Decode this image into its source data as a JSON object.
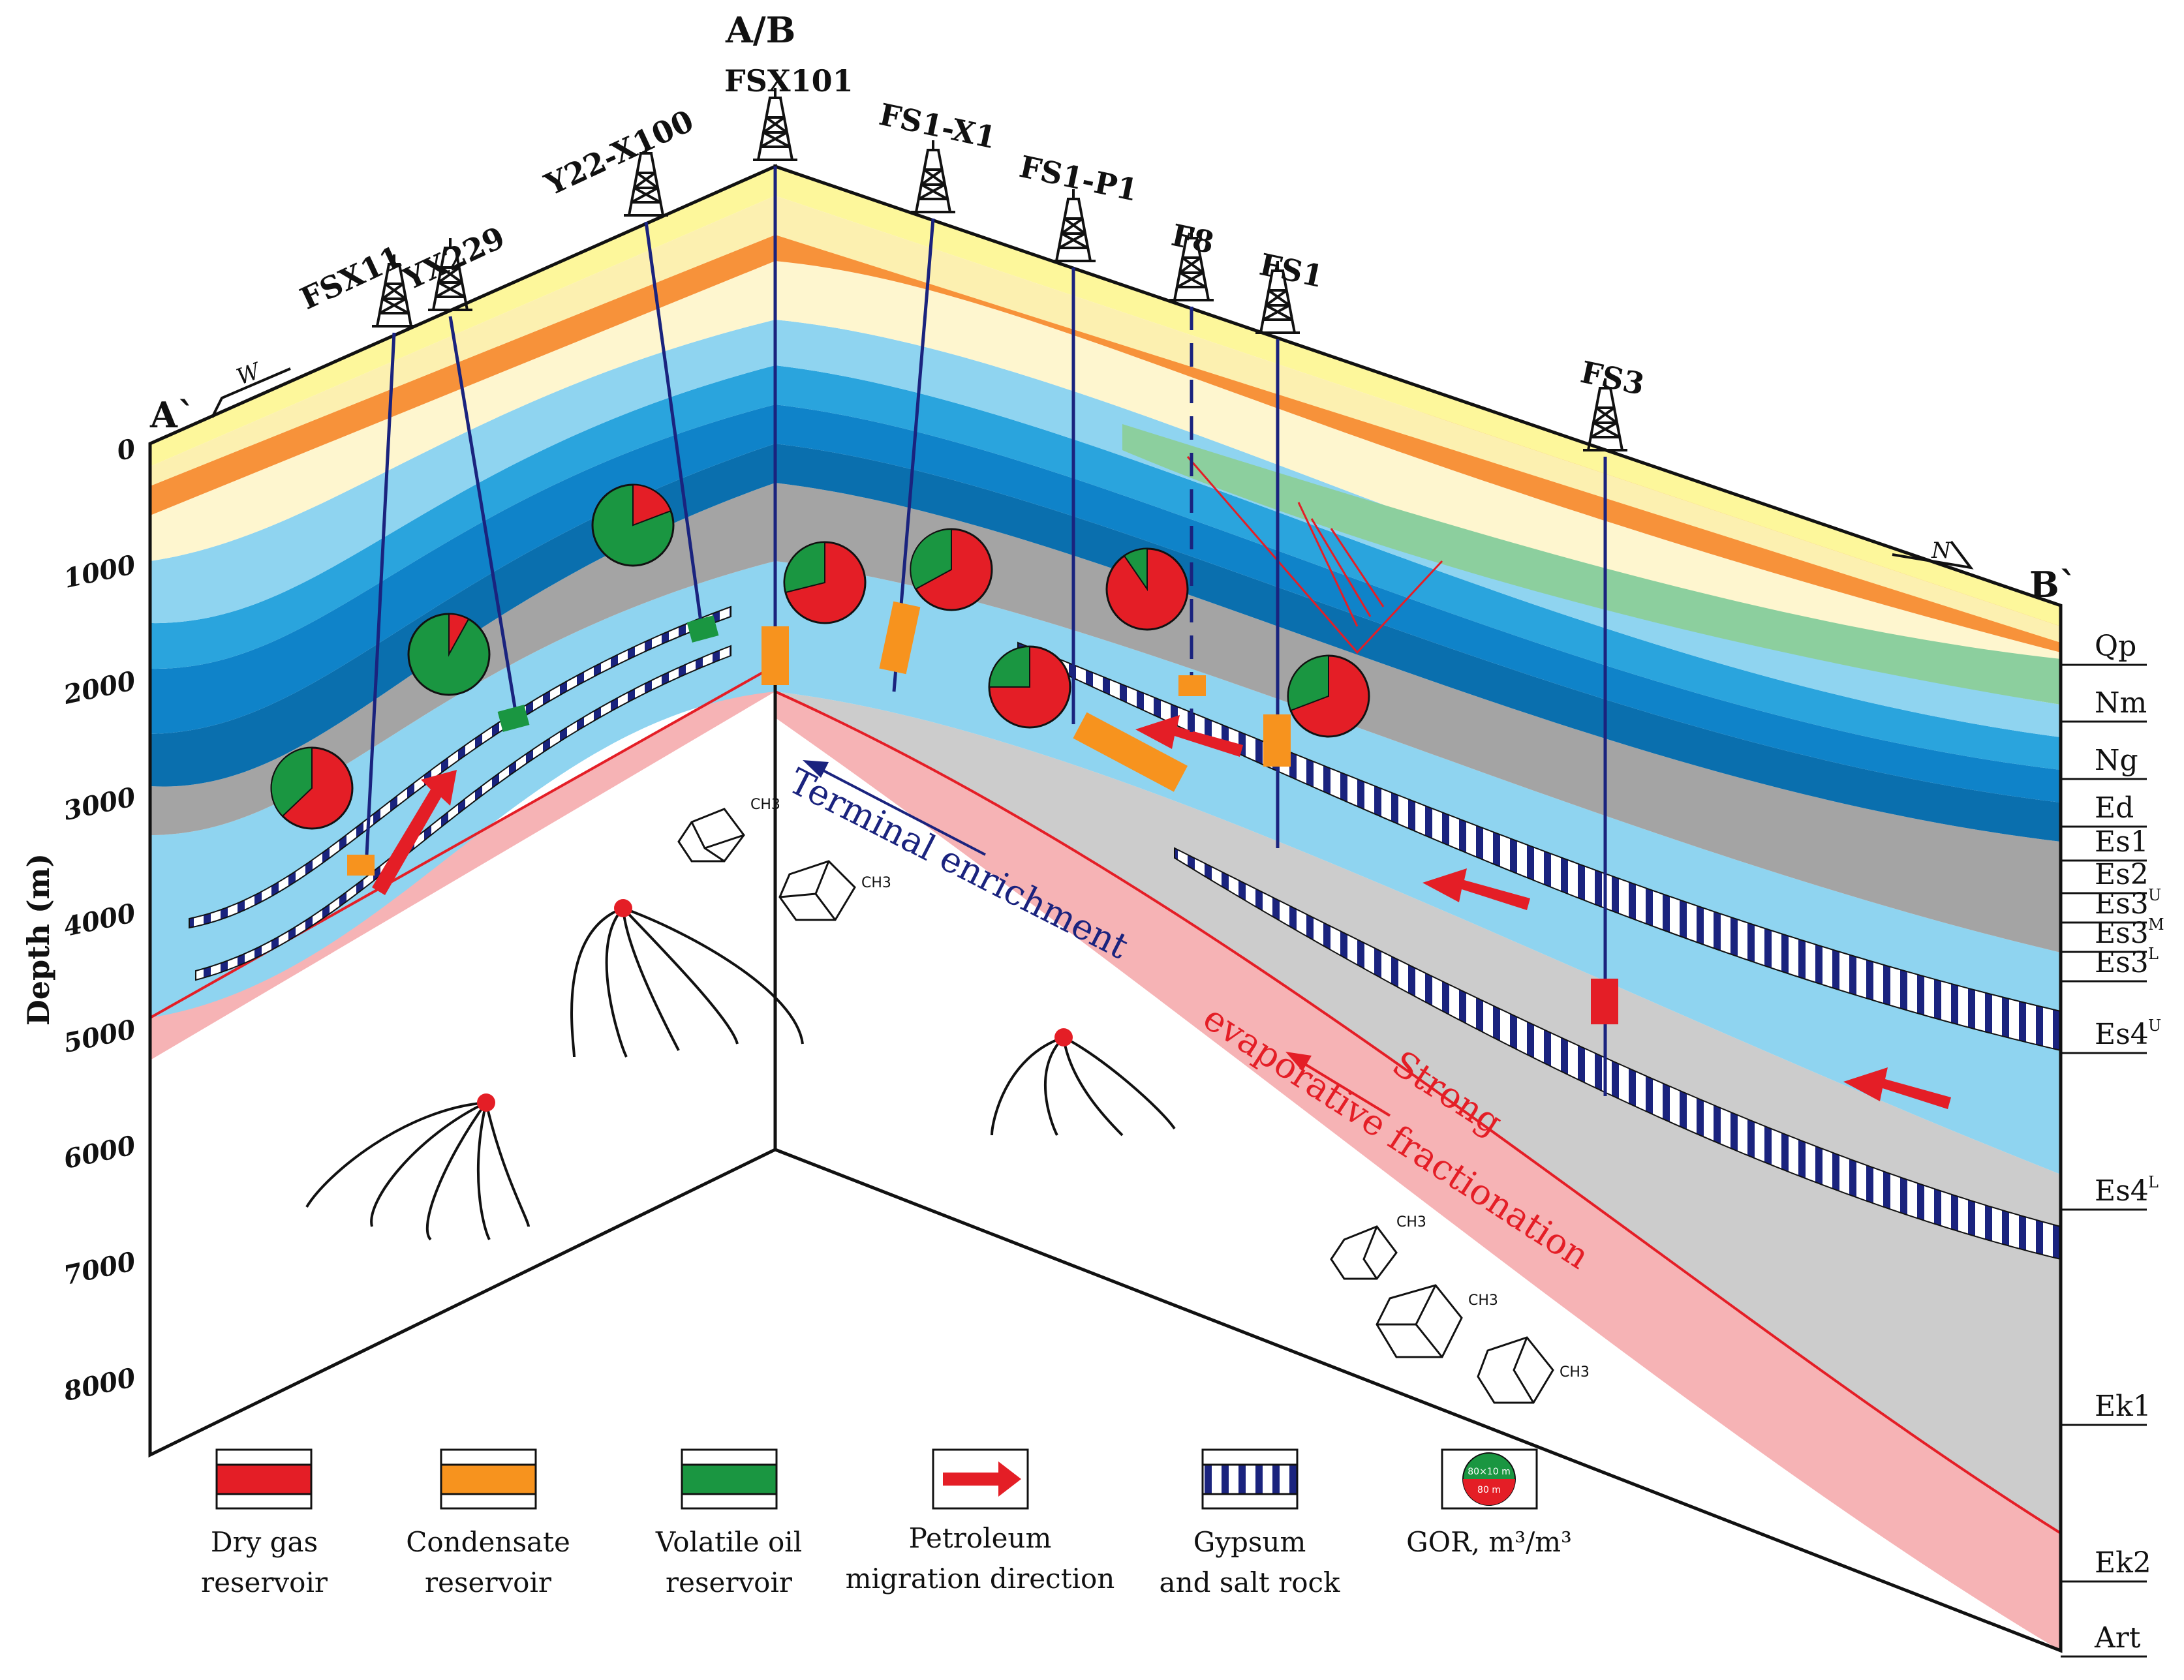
{
  "corners": {
    "left": "A`",
    "apex": "A/B",
    "right": "B`"
  },
  "directions": {
    "west": "W",
    "north": "N"
  },
  "wells": [
    {
      "name": "FSX11"
    },
    {
      "name": "YX229"
    },
    {
      "name": "Y22-X100"
    },
    {
      "name": "FSX101"
    },
    {
      "name": "FS1-X1"
    },
    {
      "name": "FS1-P1"
    },
    {
      "name": "F8"
    },
    {
      "name": "FS1"
    },
    {
      "name": "FS3"
    }
  ],
  "depth_axis": {
    "title": "Depth (m)",
    "ticks": [
      "0",
      "1000",
      "2000",
      "3000",
      "4000",
      "5000",
      "6000",
      "7000",
      "8000"
    ]
  },
  "formations": [
    {
      "name": "Qp",
      "sup": ""
    },
    {
      "name": "Nm",
      "sup": ""
    },
    {
      "name": "Ng",
      "sup": ""
    },
    {
      "name": "Ed",
      "sup": ""
    },
    {
      "name": "Es1",
      "sup": ""
    },
    {
      "name": "Es2",
      "sup": ""
    },
    {
      "name": "Es3",
      "sup": "U"
    },
    {
      "name": "Es3",
      "sup": "M"
    },
    {
      "name": "Es3",
      "sup": "L"
    },
    {
      "name": "Es4",
      "sup": "U"
    },
    {
      "name": "Es4",
      "sup": "L"
    },
    {
      "name": "Ek1",
      "sup": ""
    },
    {
      "name": "Ek2",
      "sup": ""
    },
    {
      "name": "Art",
      "sup": ""
    }
  ],
  "annotations": {
    "terminal": "Terminal enrichment",
    "strong": "Strong",
    "evaporative": "evaporative fractionation",
    "ch3": "CH3"
  },
  "legend": [
    {
      "line1": "Dry gas",
      "line2": "reservoir",
      "icon": "dry-gas-swatch",
      "color": "#e41e26"
    },
    {
      "line1": "Condensate",
      "line2": "reservoir",
      "icon": "condensate-swatch",
      "color": "#f7931e"
    },
    {
      "line1": "Volatile oil",
      "line2": "reservoir",
      "icon": "volatile-oil-swatch",
      "color": "#1a9641"
    },
    {
      "line1": "Petroleum",
      "line2": "migration direction",
      "icon": "migration-arrow",
      "color": "#e41e26"
    },
    {
      "line1": "Gypsum",
      "line2": "and salt rock",
      "icon": "gypsum-swatch",
      "color": "#1a237e"
    },
    {
      "line1": "GOR, m³/m³",
      "line2": "",
      "icon": "gor-pie",
      "color": "#1a9641"
    }
  ],
  "gor_icon": {
    "top": "80×10 m",
    "bottom": "80 m"
  },
  "colors": {
    "qp": "#fdf79b",
    "nm": "#fcf0b0",
    "ng": "#f7923a",
    "ed": "#fef6cf",
    "es1": "#8fd4f0",
    "es2": "#2aa4dd",
    "es3u": "#0f83c9",
    "es3m": "#0a6fae",
    "es3l": "#a4a4a4",
    "es4u": "#8fd4f0",
    "ek": "#cccccc",
    "art": "#f6b3b5",
    "green": "#1a9641",
    "red": "#e41e26",
    "orange": "#f7931e",
    "navy": "#1a237e"
  }
}
